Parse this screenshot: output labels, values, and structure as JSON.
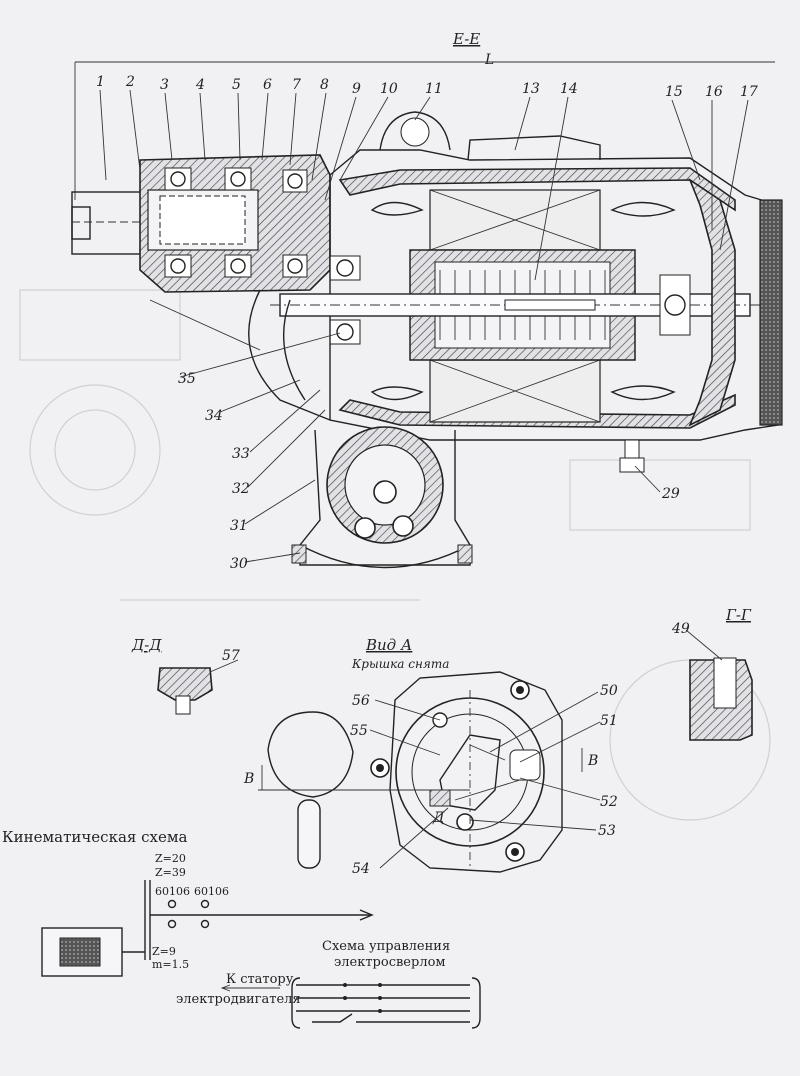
{
  "section_ee": {
    "title": "E-E",
    "dim": "L"
  },
  "callouts_top": [
    "1",
    "2",
    "3",
    "4",
    "5",
    "6",
    "7",
    "8",
    "9",
    "10",
    "11",
    "13",
    "14",
    "15",
    "16",
    "17"
  ],
  "callouts_left": [
    "35",
    "34",
    "33",
    "32",
    "31",
    "30"
  ],
  "callout_29": "29",
  "section_dd": {
    "title": "Д-Д",
    "callout": "57"
  },
  "view_a": {
    "title": "Вид А",
    "subtitle": "Крышка снята",
    "callouts": [
      "56",
      "55",
      "50",
      "51",
      "52",
      "53",
      "54"
    ],
    "mark_b": "В",
    "mark_d": "Д"
  },
  "section_gg": {
    "title": "Г-Г",
    "callout": "49"
  },
  "kinematic": {
    "title": "Кинематическая схема",
    "z1": "Z=20",
    "z2": "Z=39",
    "bearing1": "60106",
    "bearing2": "60106",
    "z3": "Z=9",
    "module": "m=1.5"
  },
  "control": {
    "title_line1": "Схема управления",
    "title_line2": "электросверлом",
    "to_stator_line1": "К статору",
    "to_stator_line2": "электродвигателя"
  }
}
